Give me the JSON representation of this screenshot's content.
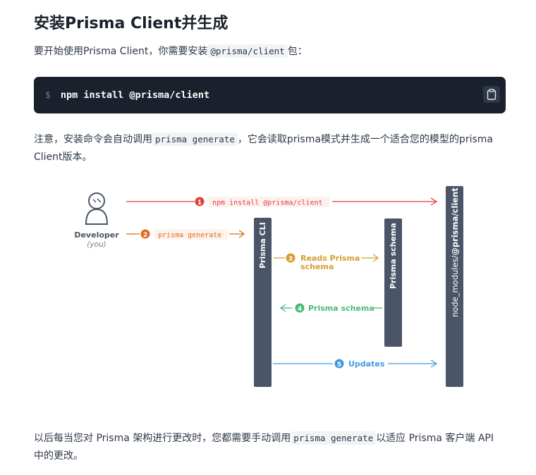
{
  "heading": "安装Prisma Client并生成",
  "intro": {
    "before": "要开始使用Prisma Client，你需要安装",
    "code": "@prisma/client",
    "after": "包："
  },
  "code_block": {
    "prompt": "$",
    "command": "npm install @prisma/client"
  },
  "note": {
    "before": "注意，安装命令会自动调用",
    "code": "prisma generate",
    "after": "，它会读取prisma模式并生成一个适合您的模型的prisma Client版本。"
  },
  "diagram": {
    "developer_label": "Developer",
    "developer_sub": "(you)",
    "cli_label": "Prisma CLI",
    "schema_label": "Prisma schema",
    "modules_label_prefix": "node_modules/",
    "modules_label_bold": "@prisma/client",
    "steps": [
      {
        "num": "1",
        "text": "npm install @prisma/client"
      },
      {
        "num": "2",
        "text": "prisma generate"
      },
      {
        "num": "3",
        "text": "Reads Prisma",
        "text2": "schema"
      },
      {
        "num": "4",
        "text": "Prisma schema"
      },
      {
        "num": "5",
        "text": "Updates"
      }
    ],
    "colors": {
      "red": "#e53e3e",
      "orange": "#dd6b20",
      "gold": "#d69e2e",
      "green": "#48bb78",
      "blue": "#4299e1",
      "bar": "#4a5568"
    }
  },
  "outro": {
    "before": "以后每当您对 Prisma 架构进行更改时，您都需要手动调用",
    "code": "prisma generate",
    "after": "以适应 Prisma 客户端 API 中的更改。"
  }
}
